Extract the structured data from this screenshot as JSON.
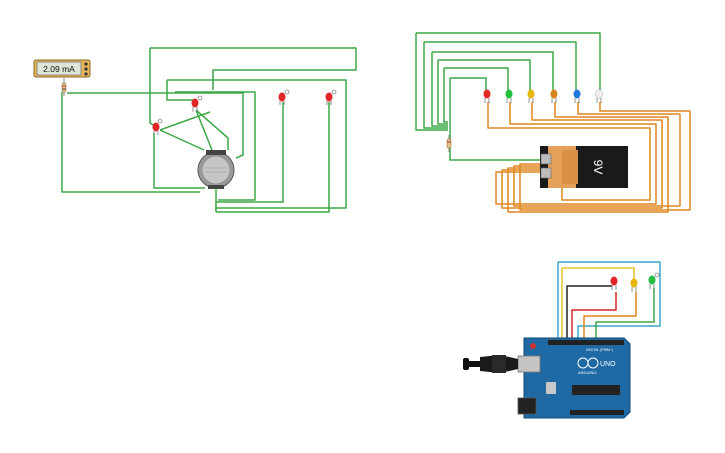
{
  "multimeter": {
    "reading": "2.09 mA"
  },
  "battery": {
    "label": "9V"
  },
  "arduino": {
    "model": "UNO",
    "brand": "ARDUINO",
    "digital_label": "DIGITAL (PWM~)"
  },
  "colors": {
    "wire_green": "#3aa845",
    "wire_orange": "#e0861f",
    "wire_red": "#d0262b",
    "wire_yellow": "#e7c22a",
    "wire_cyan": "#3aa7c8",
    "led_red": "#e02626",
    "led_green": "#22c03c",
    "led_yellow": "#e4b600",
    "led_orange": "#d8821c",
    "led_blue": "#2277dd",
    "led_white": "#eeeeee",
    "arduino_blue": "#1f6aa5",
    "battery_orange": "#e5a05a"
  },
  "icons": [
    "led-icon",
    "resistor-icon",
    "coin-cell-battery-icon",
    "multimeter-icon",
    "9v-battery-icon",
    "arduino-board-icon",
    "usb-plug-icon"
  ]
}
